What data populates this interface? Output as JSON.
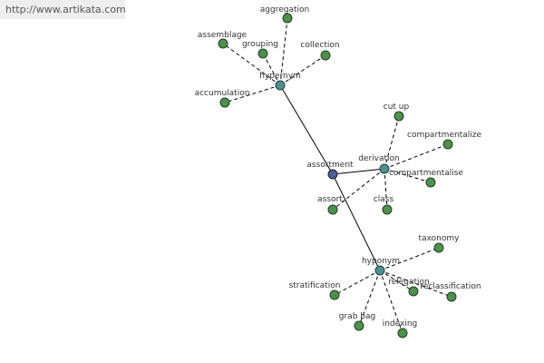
{
  "watermark": "http://www.artikata.com",
  "colors": {
    "leaf": "#4f8f4f",
    "hub": "#4f8f8f",
    "root": "#4f5f8f"
  },
  "graph": {
    "nodes": [
      {
        "id": "assortment",
        "label": "assortment",
        "kind": "root"
      },
      {
        "id": "hypernym",
        "label": "hypernym",
        "kind": "hub"
      },
      {
        "id": "derivation",
        "label": "derivation",
        "kind": "hub"
      },
      {
        "id": "hyponym",
        "label": "hyponym",
        "kind": "hub"
      },
      {
        "id": "aggregation",
        "label": "aggregation",
        "kind": "leaf"
      },
      {
        "id": "assemblage",
        "label": "assemblage",
        "kind": "leaf"
      },
      {
        "id": "grouping",
        "label": "grouping",
        "kind": "leaf"
      },
      {
        "id": "collection",
        "label": "collection",
        "kind": "leaf"
      },
      {
        "id": "accumulation",
        "label": "accumulation",
        "kind": "leaf"
      },
      {
        "id": "cut-up",
        "label": "cut up",
        "kind": "leaf"
      },
      {
        "id": "compartmentalize",
        "label": "compartmentalize",
        "kind": "leaf"
      },
      {
        "id": "compartmentalise",
        "label": "compartmentalise",
        "kind": "leaf"
      },
      {
        "id": "assort",
        "label": "assort",
        "kind": "leaf"
      },
      {
        "id": "class",
        "label": "class",
        "kind": "leaf"
      },
      {
        "id": "taxonomy",
        "label": "taxonomy",
        "kind": "leaf"
      },
      {
        "id": "relegation",
        "label": "relegation",
        "kind": "leaf"
      },
      {
        "id": "reclassification",
        "label": "reclassification",
        "kind": "leaf"
      },
      {
        "id": "stratification",
        "label": "stratification",
        "kind": "leaf"
      },
      {
        "id": "grab-bag",
        "label": "grab bag",
        "kind": "leaf"
      },
      {
        "id": "indexing",
        "label": "indexing",
        "kind": "leaf"
      }
    ],
    "edges": [
      {
        "from": "assortment",
        "to": "hypernym",
        "style": "solid"
      },
      {
        "from": "assortment",
        "to": "derivation",
        "style": "solid"
      },
      {
        "from": "assortment",
        "to": "hyponym",
        "style": "solid"
      },
      {
        "from": "hypernym",
        "to": "aggregation",
        "style": "dashed"
      },
      {
        "from": "hypernym",
        "to": "assemblage",
        "style": "dashed"
      },
      {
        "from": "hypernym",
        "to": "grouping",
        "style": "dashed"
      },
      {
        "from": "hypernym",
        "to": "collection",
        "style": "dashed"
      },
      {
        "from": "hypernym",
        "to": "accumulation",
        "style": "dashed"
      },
      {
        "from": "derivation",
        "to": "cut-up",
        "style": "dashed"
      },
      {
        "from": "derivation",
        "to": "compartmentalize",
        "style": "dashed"
      },
      {
        "from": "derivation",
        "to": "compartmentalise",
        "style": "dashed"
      },
      {
        "from": "derivation",
        "to": "assort",
        "style": "dashed"
      },
      {
        "from": "derivation",
        "to": "class",
        "style": "dashed"
      },
      {
        "from": "hyponym",
        "to": "taxonomy",
        "style": "dashed"
      },
      {
        "from": "hyponym",
        "to": "relegation",
        "style": "dashed"
      },
      {
        "from": "hyponym",
        "to": "reclassification",
        "style": "dashed"
      },
      {
        "from": "hyponym",
        "to": "stratification",
        "style": "dashed"
      },
      {
        "from": "hyponym",
        "to": "grab-bag",
        "style": "dashed"
      },
      {
        "from": "hyponym",
        "to": "indexing",
        "style": "dashed"
      }
    ]
  }
}
